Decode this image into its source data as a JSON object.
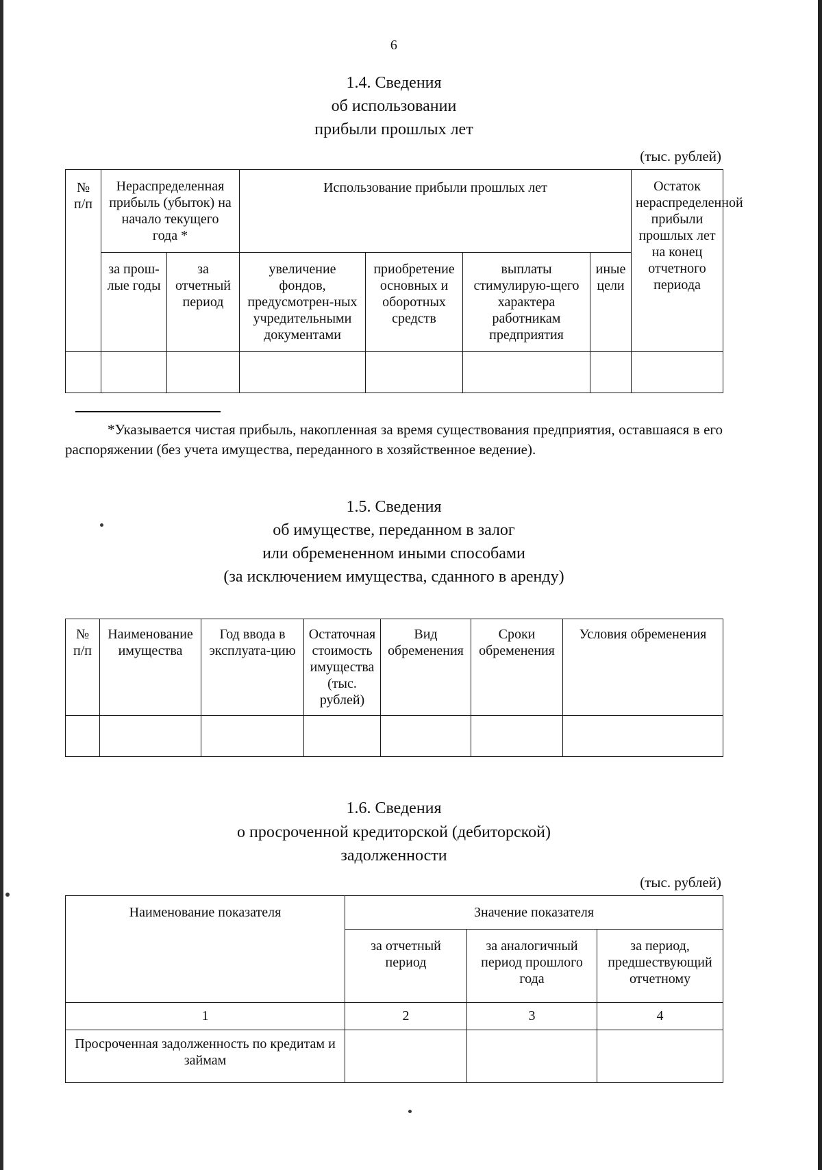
{
  "page": {
    "number": "6",
    "units_note": "(тыс. рублей)"
  },
  "section_1_4": {
    "heading_lines": [
      "1.4. Сведения",
      "об использовании",
      "прибыли прошлых лет"
    ],
    "units_note": "(тыс. рублей)",
    "header": {
      "no_pp": "№\nп/п",
      "no_pp_line1": "№",
      "no_pp_line2": "п/п",
      "undistributed_profit": "Нераспределенная прибыль (убыток) на начало текущего года *",
      "usage_group": "Использование прибыли прошлых лет",
      "remainder": "Остаток нераспределенной прибыли прошлых лет на конец отчетного периода",
      "sub": {
        "past_years": "за прош-лые годы",
        "reporting_period": "за отчетный период",
        "funds_increase": "увеличение фондов, предусмотрен-ных учредительными документами",
        "acquisition": "приобретение основных и оборотных средств",
        "incentive_payments": "выплаты стимулирую-щего характера работникам предприятия",
        "other_purposes": "иные цели"
      }
    },
    "rows": [
      [
        "",
        "",
        "",
        "",
        "",
        "",
        "",
        ""
      ]
    ],
    "footnote": "*Указывается чистая прибыль, накопленная за время существования предприятия, оставшаяся в его распоряжении (без учета имущества, переданного в хозяйственное ведение).",
    "footnote_line_1": "*Указывается чистая прибыль, накопленная за время существования предприятия,",
    "footnote_line_2": "оставшаяся в его распоряжении (без учета имущества, переданного в хозяйственное ведение)."
  },
  "section_1_5": {
    "heading_lines": [
      "1.5. Сведения",
      "об имуществе, переданном в залог",
      "или обремененном иными способами",
      "(за исключением имущества, сданного в аренду)"
    ],
    "header": {
      "no_pp_line1": "№",
      "no_pp_line2": "п/п",
      "property_name": "Наименование имущества",
      "commissioning_year": "Год ввода в эксплуата-цию",
      "residual_value": "Остаточная стоимость имущества (тыс. рублей)",
      "encumbrance_type": "Вид обременения",
      "encumbrance_terms": "Сроки обременения",
      "encumbrance_conditions": "Условия обременения"
    },
    "rows": [
      [
        "",
        "",
        "",
        "",
        "",
        "",
        ""
      ]
    ]
  },
  "section_1_6": {
    "heading_lines": [
      "1.6. Сведения",
      "о просроченной кредиторской (дебиторской)",
      "задолженности"
    ],
    "units_note": "(тыс. рублей)",
    "header": {
      "indicator_name": "Наименование показателя",
      "indicator_value": "Значение показателя",
      "sub": {
        "reporting_period": "за отчетный период",
        "same_period_last_year": "за аналогичный период прошлого года",
        "period_preceding_reporting": "за период, предшествующий отчетному"
      }
    },
    "column_numbers": [
      "1",
      "2",
      "3",
      "4"
    ],
    "rows": [
      {
        "label": "Просроченная задолженность по кредитам и займам",
        "values": [
          "",
          "",
          ""
        ]
      }
    ]
  }
}
